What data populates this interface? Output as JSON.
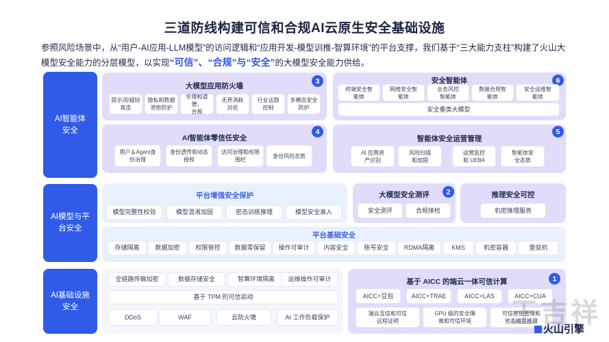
{
  "title": "三道防线构建可信和合规AI云原生安全基础设施",
  "intro": {
    "part1": "参照风险场景中，从“用户-AI应用-LLM模型”的访问逻辑和“应用开发-模型训推-智算环境”的平台支撑，我们基于“三大能力支柱”构建了火山大模型安全能力的分层模型，以实现",
    "hl1": "“可信”",
    "sep1": "、",
    "hl2": "“合规”",
    "sep2": "与",
    "hl3": "“安全”",
    "part2": "的大模型安全能力供给。"
  },
  "rows": {
    "r1": "AI智能体\n安全",
    "r2": "AI模型与平\n台安全",
    "r3": "AI基础设施\n安全"
  },
  "firewall": {
    "title": "大模型应用防火墙",
    "badge": "3",
    "items": [
      "提示词/越狱\n攻击",
      "隐私和数据\n泄密防护",
      "伦理和道德，\n合规",
      "无界消耗\n对抗",
      "行业话题\n控制",
      "多模态安全\n防护"
    ]
  },
  "agent_sec": {
    "title": "安全智能体",
    "badge": "6",
    "items": [
      "终端安全智\n能体",
      "网络安全智\n能体",
      "业务风控\n智能体",
      "数据合规智\n能体",
      "安全运维智\n能体"
    ],
    "bar": "安全垂类大模型"
  },
  "zero_trust": {
    "title": "AI智能体零信任安全",
    "badge": "4",
    "items": [
      "用户＆Agent身\n份治理",
      "身份透传和动态\n授权",
      "访问治理和权限\n围栏",
      "身份风险态势"
    ]
  },
  "ops": {
    "title": "智能体安全运营管理",
    "badge": "5",
    "items": [
      "AI 应用资\n产识别",
      "风险扫描\n和加固",
      "运营监控\n和 UEBA",
      "智能体安\n全态势"
    ]
  },
  "platform_enh": {
    "title": "平台增强安全保护",
    "items": [
      "模型完整性校验",
      "模型混淆加固",
      "密态训练推理",
      "模型安全准入"
    ]
  },
  "eval": {
    "title": "大模型安全测评",
    "badge": "2",
    "items": [
      "安全测评",
      "合规体检"
    ]
  },
  "infer": {
    "title": "推理安全可控",
    "items": [
      "机密推理服务"
    ]
  },
  "platform_base": {
    "title": "平台基础安全",
    "items": [
      "存储隔离",
      "数据加密",
      "权限管控",
      "数据零保留",
      "操作可审计",
      "内容安全",
      "账号安全",
      "RDMA隔离",
      "KMS",
      "机密容器",
      "堡垒机"
    ]
  },
  "infra": {
    "items": [
      "全链路传输加密",
      "数据存储安全",
      "智算环境隔离",
      "运维操作可审计"
    ],
    "bar": "基于 TPM 的可信启动",
    "items2": [
      "DDoS",
      "WAF",
      "云防火墙",
      "AI 工作负载保护"
    ]
  },
  "aicc": {
    "title": "基于 AICC 的端云一体可信计算",
    "badge": "1",
    "items": [
      "AICC+豆包",
      "AICC+TRAE",
      "AICC+LAS",
      "AICC+CUA"
    ],
    "items2": [
      "端云互信和可信\n远程证明",
      "GPU 级的安全隔\n离和可信环境",
      "可信密钥管理和\n密态模型推理"
    ]
  },
  "watermark": {
    "text": "王吉祥",
    "brand": "火山引擎"
  },
  "colors": {
    "accent": "#2f5be8",
    "purple_panel": "#e2dcfb",
    "highlight": "#2f55ea"
  }
}
